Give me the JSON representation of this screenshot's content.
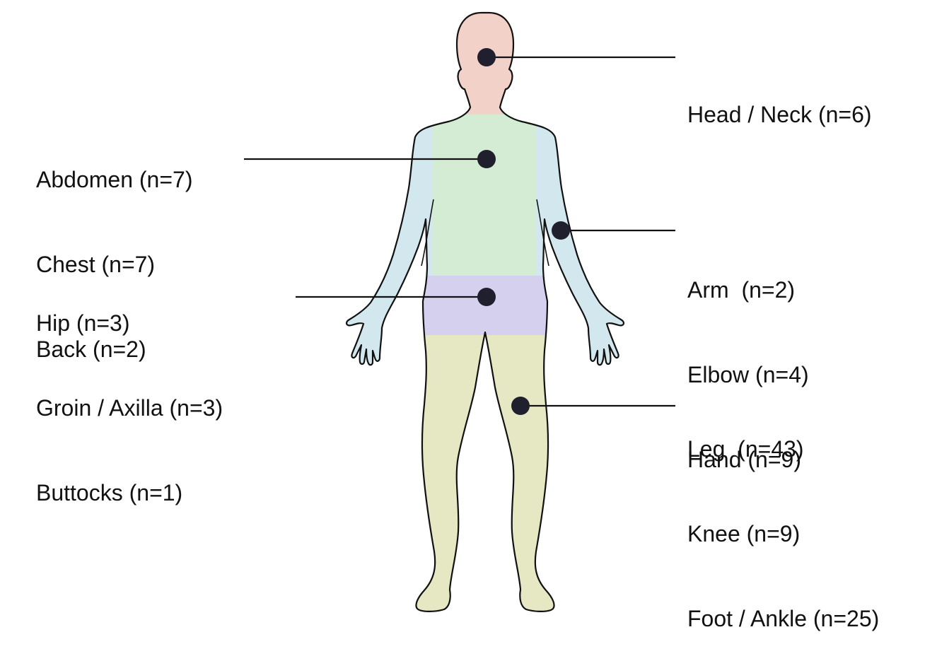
{
  "colors": {
    "head": "#f2d1c9",
    "torso": "#d4ecd3",
    "arms": "#d3e7ef",
    "pelvis": "#d4d0ee",
    "legs": "#e6e8c3",
    "outline": "#111111",
    "marker": "#1f1f2e"
  },
  "labels": {
    "head": [
      "Head / Neck (n=6)"
    ],
    "torso": [
      "Abdomen (n=7)",
      "Chest (n=7)",
      "Back (n=2)"
    ],
    "pelvis": [
      "Hip (n=3)",
      "Groin / Axilla (n=3)",
      "Buttocks (n=1)"
    ],
    "arm": [
      "Arm  (n=2)",
      "Elbow (n=4)",
      "Hand (n=9)"
    ],
    "leg": [
      "Leg  (n=43)",
      "Knee (n=9)",
      "Foot / Ankle (n=25)"
    ]
  }
}
